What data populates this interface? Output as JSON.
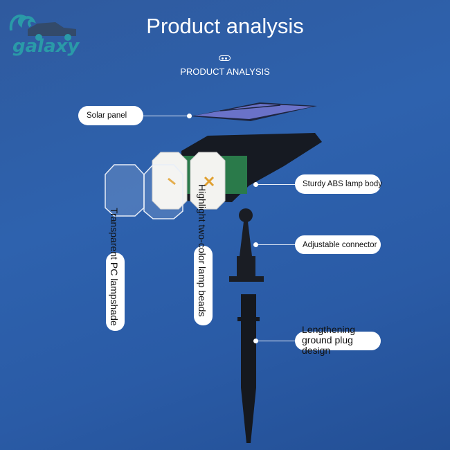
{
  "header": {
    "title": "Product analysis",
    "subtitle": "PRODUCT ANALYSIS"
  },
  "logo": {
    "text": "galaxy"
  },
  "labels": {
    "solar_panel": "Solar panel",
    "lamp_body": "Sturdy ABS lamp body",
    "connector": "Adjustable connector",
    "ground_plug": "Lengthening ground plug design",
    "lampshade": "Transparent PC lampshade",
    "lamp_beads": "Highlight two-color lamp beads"
  },
  "colors": {
    "background": "#2e62ae",
    "logo": "#2a9aa8",
    "label_bg": "#ffffff"
  }
}
